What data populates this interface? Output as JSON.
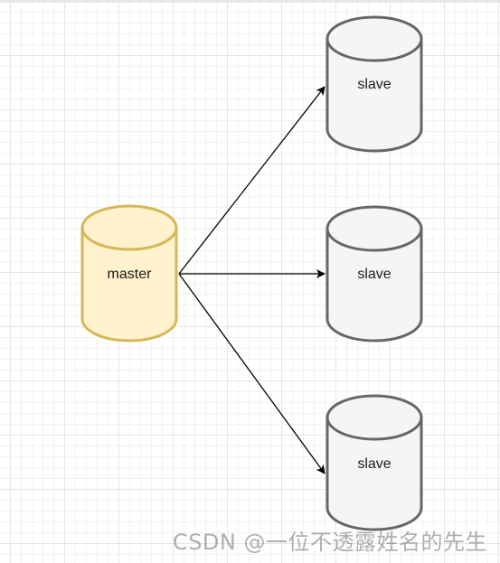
{
  "nodes": {
    "master": {
      "label": "master",
      "fill": "#fff2cc",
      "stroke": "#d6b656"
    },
    "slaves": [
      {
        "label": "slave",
        "fill": "#f5f5f5",
        "stroke": "#666666"
      },
      {
        "label": "slave",
        "fill": "#f5f5f5",
        "stroke": "#666666"
      },
      {
        "label": "slave",
        "fill": "#f5f5f5",
        "stroke": "#666666"
      }
    ]
  },
  "edges": [
    {
      "from": "master",
      "to": "slave-1"
    },
    {
      "from": "master",
      "to": "slave-2"
    },
    {
      "from": "master",
      "to": "slave-3"
    }
  ],
  "edge_color": "#000000",
  "watermark": "CSDN @一位不透露姓名的先生"
}
